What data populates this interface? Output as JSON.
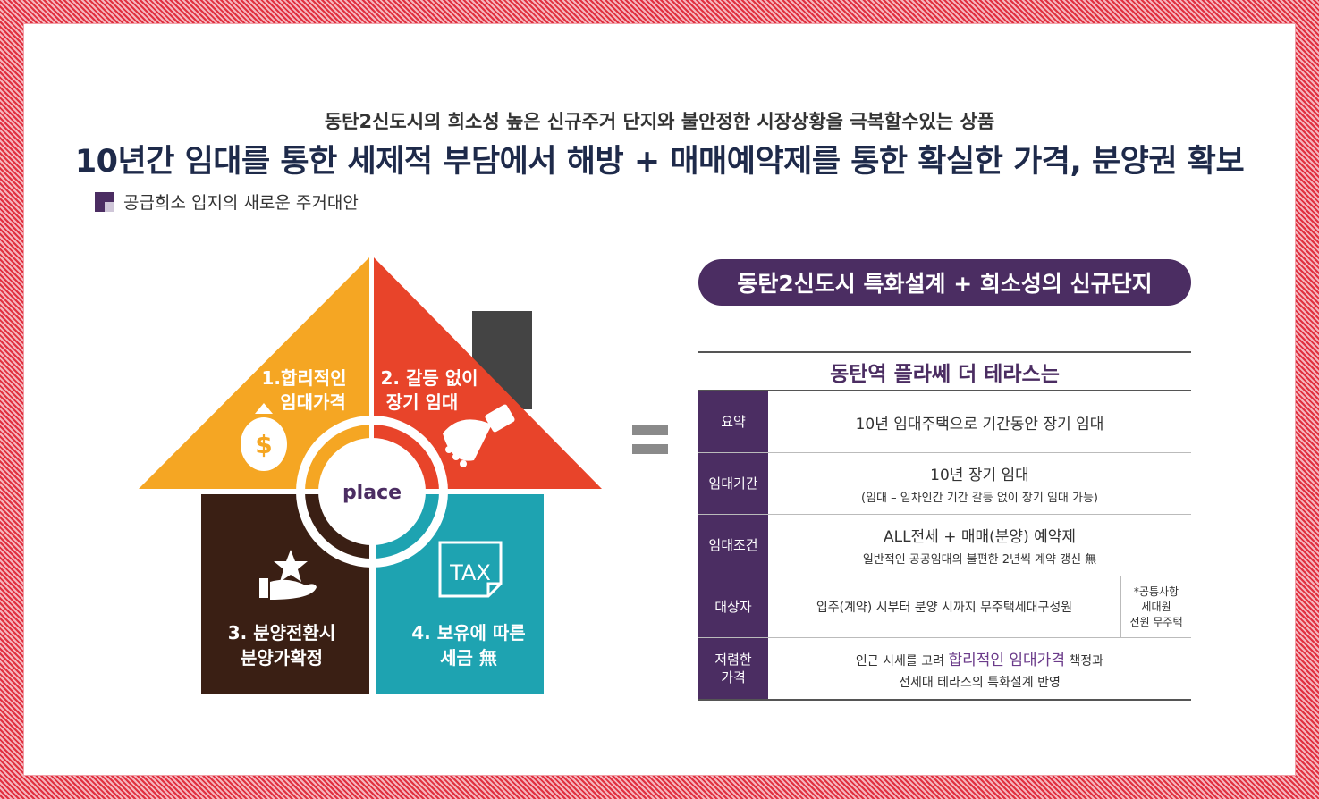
{
  "header": {
    "subtitle": "동탄2신도시의 희소성 높은 신규주거 단지와 불안정한 시장상황을 극복할수있는 상품",
    "headline": "10년간 임대를 통한 세제적 부담에서 해방 + 매매예약제를 통한 확실한 가격, 분양권 확보",
    "section_label": "공급희소 입지의 새로운 주거대안"
  },
  "house": {
    "logo": "place",
    "q1": {
      "line1": "1.합리적인",
      "line2": "임대가격"
    },
    "q2": {
      "line1": "2. 갈등 없이",
      "line2": "장기 임대"
    },
    "q3": {
      "line1": "3. 분양전환시",
      "line2": "분양가확정"
    },
    "q4": {
      "line1": "4. 보유에 따른",
      "line2": "세금 無"
    },
    "tax_label": "TAX",
    "colors": {
      "q1": "#f5a623",
      "q2": "#e8442a",
      "q3": "#3a1f14",
      "q4": "#1ea3b1",
      "chimney": "#444444"
    }
  },
  "right": {
    "pill": "동탄2신도시 특화설계 + 희소성의 신규단지",
    "table_title": "동탄역 플라쎄 더 테라스는",
    "rows": [
      {
        "head": "요약",
        "line1": "10년 임대주택으로 기간동안 장기 임대",
        "line2": ""
      },
      {
        "head": "임대기간",
        "line1": "10년  장기 임대",
        "line2": "(임대 – 임차인간 기간 갈등 없이 장기 임대 가능)"
      },
      {
        "head": "임대조건",
        "line1": "ALL전세 + 매매(분양) 예약제",
        "line2": "일반적인 공공임대의 불편한 2년씩 계약 갱신 無"
      },
      {
        "head": "대상자",
        "line1": "입주(계약) 시부터 분양 시까지 무주택세대구성원",
        "note1": "*공통사항",
        "note2": "세대원",
        "note3": "전원 무주택"
      },
      {
        "head1": "저렴한",
        "head2": "가격",
        "pre": "인근 시세를 고려 ",
        "hl": "합리적인 임대가격",
        "post": " 책정과",
        "line2": "전세대 테라스의 특화설계 반영"
      }
    ]
  },
  "colors": {
    "accent": "#4b2d62",
    "frame": "#e23a4a"
  }
}
